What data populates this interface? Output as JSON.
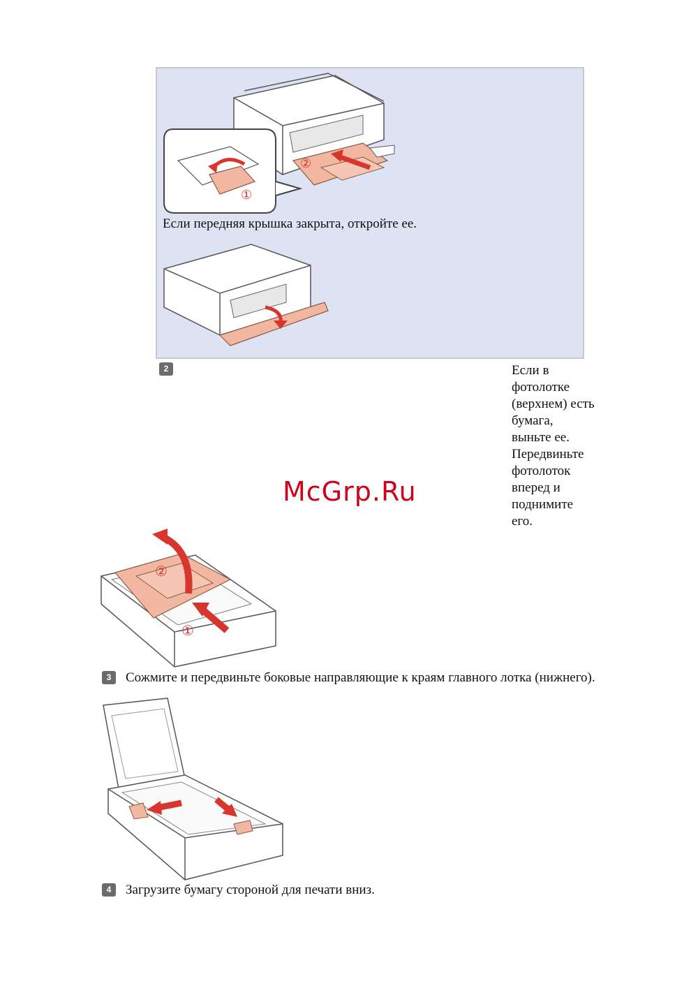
{
  "note": {
    "background_color": "#dde3f3",
    "text": "Если передняя крышка закрыта, откройте ее.",
    "illustration_top": {
      "icon": "printer-tray-extend-illustration",
      "markers": [
        "②",
        "①"
      ]
    },
    "illustration_bottom": {
      "icon": "printer-front-cover-open-illustration"
    }
  },
  "steps": [
    {
      "number": "2",
      "text": "Если в фотолотке (верхнем) есть бумага, выньте ее. Передвиньте фотолоток вперед и поднимите его.",
      "markers": [
        "②",
        "①"
      ]
    },
    {
      "number": "3",
      "text": "Сожмите и передвиньте боковые направляющие к краям главного лотка (нижнего)."
    },
    {
      "number": "4",
      "text": "Загрузите бумагу стороной для печати вниз."
    }
  ],
  "watermark": "McGrp.Ru",
  "colors": {
    "accent_red": "#d9352f",
    "tray_beige": "#f2b7a0",
    "badge_gray": "#6b6b6b"
  }
}
